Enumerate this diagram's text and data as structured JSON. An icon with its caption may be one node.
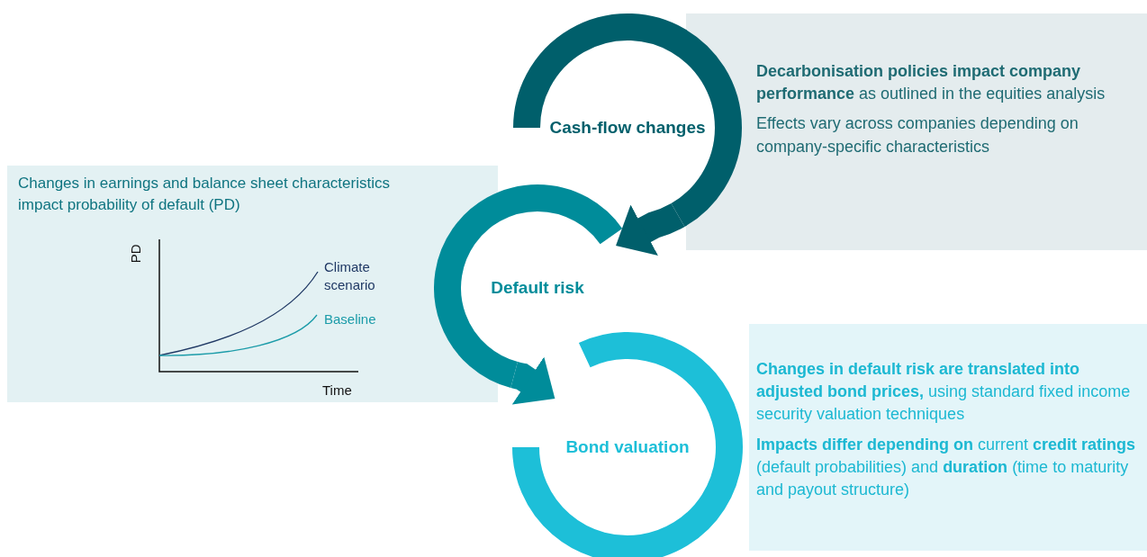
{
  "diagram": {
    "nodes": [
      {
        "text": [
          "Cash-flow changes"
        ]
      },
      {
        "text": [
          "**Decarbonisation policies impact company performance** as outlined in the equities analysis",
          "Effects vary across companies depending on company-specific characteristics"
        ]
      },
      {
        "text": [
          "Changes in earnings and balance sheet characteristics impact probability of default (PD)"
        ]
      },
      {
        "text": [
          "Default risk"
        ]
      },
      {
        "text": [
          "Bond valuation"
        ]
      },
      {
        "text": [
          "**Changes in default risk are translated into adjusted bond prices,** using standard fixed income security valuation techniques",
          "**Impacts differ depending on** current **credit ratings** (default probabilities) and **duration** (time to maturity and payout structure)"
        ]
      }
    ],
    "edges": [
      {
        "from": 0,
        "to": 3,
        "arrow": "to",
        "color": "#005f6b"
      },
      {
        "from": 3,
        "to": 4,
        "arrow": "to",
        "color": "#008c9a"
      }
    ],
    "labels": [
      "PD",
      "Climate scenario",
      "Baseline",
      "Time"
    ]
  }
}
